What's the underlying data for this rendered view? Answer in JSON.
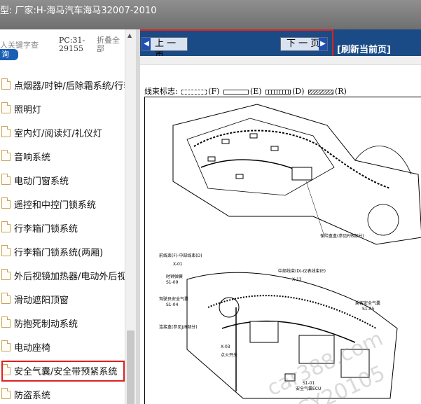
{
  "title": "型:  厂家:H-海马汽车海马32007-2010",
  "search": {
    "keyword_placeholder": "人关键字查",
    "pc_label": "PC:31-29155",
    "fold_label": "折叠全部",
    "query_button": "询"
  },
  "tree_items": [
    {
      "label": "点烟器/时钟/后除霜系统/行李"
    },
    {
      "label": "照明灯"
    },
    {
      "label": "室内灯/阅读灯/礼仪灯"
    },
    {
      "label": "音响系统"
    },
    {
      "label": "电动门窗系统"
    },
    {
      "label": "遥控和中控门锁系统"
    },
    {
      "label": "行李箱门锁系统"
    },
    {
      "label": "行李箱门锁系统(两厢)"
    },
    {
      "label": "外后视镜加热器/电动外后视"
    },
    {
      "label": "滑动遮阳顶窗"
    },
    {
      "label": "防抱死制动系统"
    },
    {
      "label": "电动座椅"
    },
    {
      "label": "安全气囊/安全带预紧系统"
    },
    {
      "label": "防盗系统"
    }
  ],
  "selected_index": 12,
  "toolbar": {
    "prev_label": "上 一 页",
    "next_label": "下 一 页",
    "refresh_label": "[刷新当前页]"
  },
  "legend": {
    "prefix": "线束标志:",
    "items": [
      "(F)",
      "(E)",
      "(D)",
      "(R)"
    ]
  },
  "diagram_labels": {
    "l1": "保险盒盒(参见P/B部分)",
    "l2": "前线束(F)-中部线束(D)",
    "l3": "X-01",
    "l4": "时钟弹簧",
    "l5": "S1-09",
    "l6": "驾驶员安全气囊",
    "l7": "S1-04",
    "l8": "中部线束(D)-仪表线束(E)",
    "l9": "X-13",
    "l10": "乘客安全气囊",
    "l11": "S1-05",
    "l12": "连接盒(参见J/B部分)",
    "l13": "X-03",
    "l14": "点火开关",
    "l15": "S1-01",
    "l16": "安全气囊ECU"
  },
  "watermark": {
    "line1": "car388.com",
    "line2": "CY20105"
  },
  "colors": {
    "toolbar_bg": "#1a4b86",
    "highlight": "#e02020",
    "titlebar": "#7f7f7f"
  }
}
